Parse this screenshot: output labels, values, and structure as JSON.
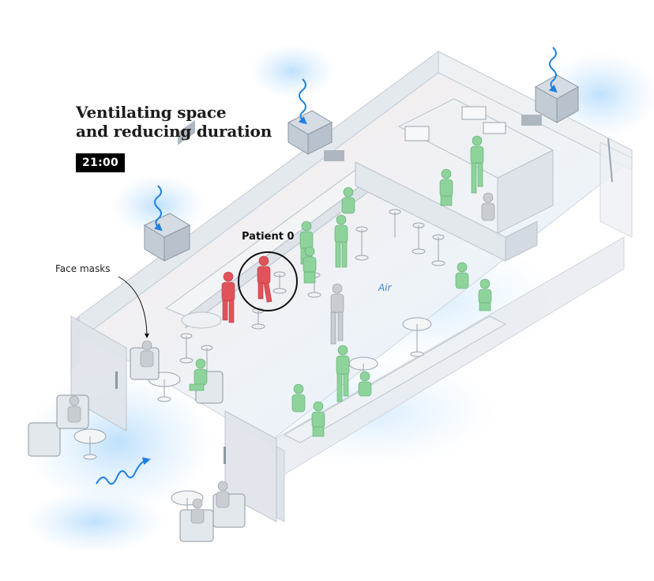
{
  "title": {
    "line1": "Ventilating space",
    "line2": "and reducing duration"
  },
  "time": "21:00",
  "labels": {
    "patient": "Patient 0",
    "face_masks": "Face masks",
    "air": "Air"
  },
  "colors": {
    "infected": "#e0535a",
    "exposed": "#8ed39c",
    "healthy": "#c9cdd2",
    "airflow": "#1e7fe0",
    "air_glow": "#bfe0fb"
  }
}
